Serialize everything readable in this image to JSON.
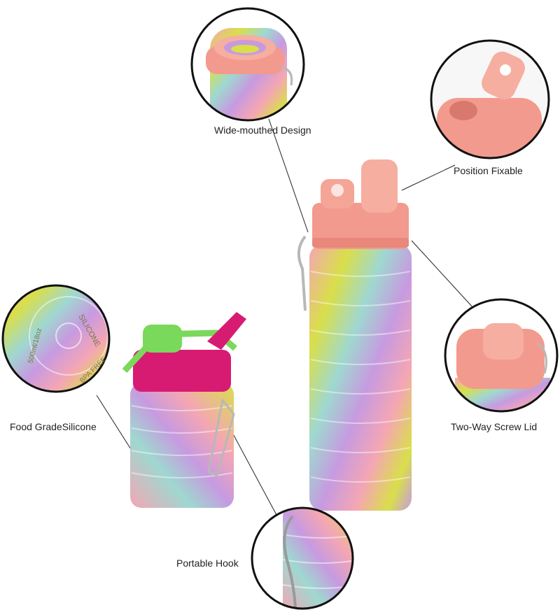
{
  "callouts": {
    "wide_mouth": "Wide-mouthed Design",
    "position_fixable": "Position Fixable",
    "two_way_lid": "Two-Way Screw Lid",
    "food_grade": "Food GradeSilicone",
    "portable_hook": "Portable Hook"
  },
  "embossed_text": {
    "silicone": "SILICONE",
    "capacity": "500ml/18oz",
    "bpa_free": "BPA FREE"
  },
  "colors": {
    "pink": "#f4a6b4",
    "yellow": "#d9df4a",
    "purple": "#c79ae0",
    "mint": "#9fd8d0",
    "lid_peach": "#f39a8e",
    "lid_magenta": "#d81b72",
    "lid_green": "#7ad85a",
    "circle_border": "#111111"
  }
}
